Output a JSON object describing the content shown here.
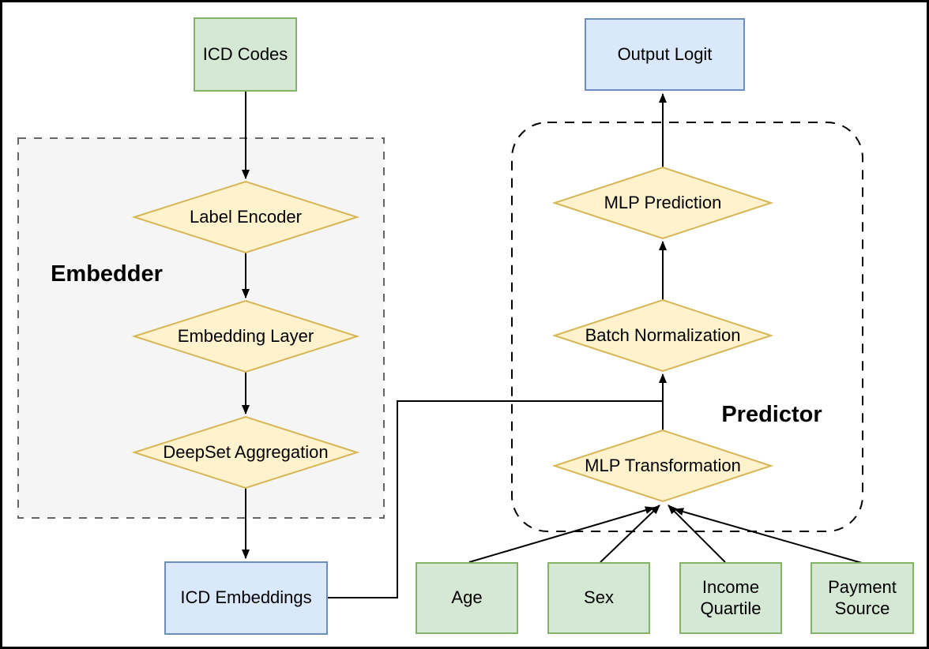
{
  "diagram": {
    "groups": {
      "embedder": {
        "label": "Embedder"
      },
      "predictor": {
        "label": "Predictor"
      }
    },
    "nodes": {
      "icd_codes": {
        "label": "ICD Codes",
        "shape": "rectangle",
        "color": "green"
      },
      "label_encoder": {
        "label": "Label Encoder",
        "shape": "diamond",
        "color": "yellow",
        "group": "embedder"
      },
      "embedding_layer": {
        "label": "Embedding Layer",
        "shape": "diamond",
        "color": "yellow",
        "group": "embedder"
      },
      "deepset_aggregation": {
        "label": "DeepSet Aggregation",
        "shape": "diamond",
        "color": "yellow",
        "group": "embedder"
      },
      "icd_embeddings": {
        "label": "ICD Embeddings",
        "shape": "rectangle",
        "color": "blue"
      },
      "output_logit": {
        "label": "Output Logit",
        "shape": "rectangle",
        "color": "blue"
      },
      "mlp_prediction": {
        "label": "MLP Prediction",
        "shape": "diamond",
        "color": "yellow",
        "group": "predictor"
      },
      "batch_normalization": {
        "label": "Batch Normalization",
        "shape": "diamond",
        "color": "yellow",
        "group": "predictor"
      },
      "mlp_transformation": {
        "label": "MLP Transformation",
        "shape": "diamond",
        "color": "yellow",
        "group": "predictor"
      },
      "age": {
        "label": "Age",
        "shape": "rectangle",
        "color": "green"
      },
      "sex": {
        "label": "Sex",
        "shape": "rectangle",
        "color": "green"
      },
      "income_quartile": {
        "label": "Income Quartile",
        "shape": "rectangle",
        "color": "green"
      },
      "payment_source": {
        "label": "Payment Source",
        "shape": "rectangle",
        "color": "green"
      }
    },
    "edges": [
      {
        "from": "icd_codes",
        "to": "label_encoder"
      },
      {
        "from": "label_encoder",
        "to": "embedding_layer"
      },
      {
        "from": "embedding_layer",
        "to": "deepset_aggregation"
      },
      {
        "from": "deepset_aggregation",
        "to": "icd_embeddings"
      },
      {
        "from": "icd_embeddings",
        "to": "batch_normalization"
      },
      {
        "from": "mlp_transformation",
        "to": "batch_normalization"
      },
      {
        "from": "batch_normalization",
        "to": "mlp_prediction"
      },
      {
        "from": "mlp_prediction",
        "to": "output_logit"
      },
      {
        "from": "age",
        "to": "mlp_transformation"
      },
      {
        "from": "sex",
        "to": "mlp_transformation"
      },
      {
        "from": "income_quartile",
        "to": "mlp_transformation"
      },
      {
        "from": "payment_source",
        "to": "mlp_transformation"
      }
    ],
    "colors": {
      "green_fill": "#d5e8d4",
      "green_border": "#82b366",
      "blue_fill": "#dae8fc",
      "blue_border": "#6c8ebf",
      "yellow_fill": "#fff2cc",
      "yellow_border": "#d6b656",
      "embedder_fill": "#f5f5f5",
      "embedder_border": "#666666",
      "predictor_border": "#000000",
      "arrow": "#000000"
    }
  }
}
